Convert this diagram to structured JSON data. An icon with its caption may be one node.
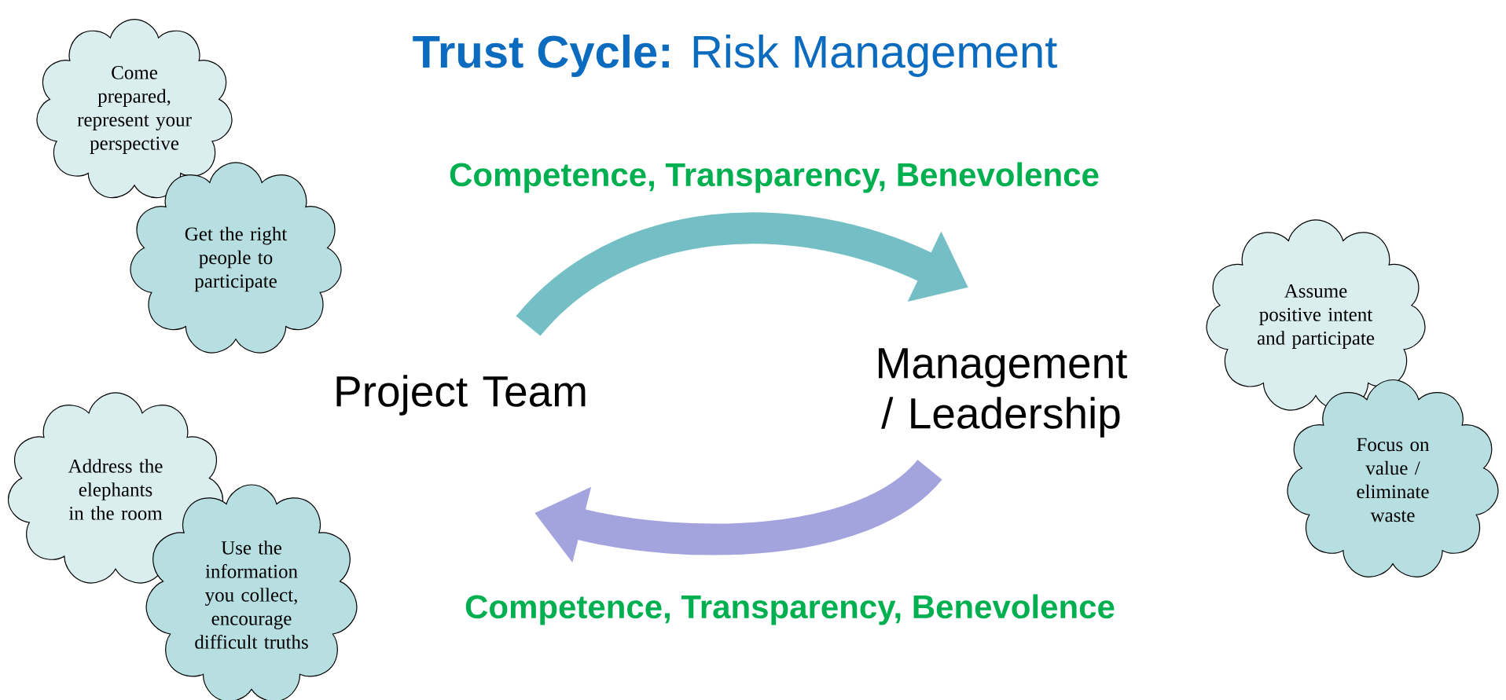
{
  "diagram": {
    "title": "**Trust Cycle:** Risk Management",
    "nodes": [
      {
        "text": [
          "Come prepared, represent your perspective"
        ]
      },
      {
        "text": [
          "Get the right people to participate"
        ]
      },
      {
        "text": [
          "Address the elephants in the room"
        ]
      },
      {
        "text": [
          "Use the information you collect, encourage difficult truths"
        ]
      },
      {
        "text": [
          "Project Team"
        ]
      },
      {
        "text": [
          "Management / Leadership"
        ]
      },
      {
        "text": [
          "Assume positive intent and participate"
        ]
      },
      {
        "text": [
          "Focus on value / eliminate waste"
        ]
      }
    ],
    "edges": [
      {
        "from": 4,
        "to": 5,
        "arrow": "to",
        "label": "Competence, Transparency, Benevolence",
        "color": "#74bfc5"
      },
      {
        "from": 5,
        "to": 4,
        "arrow": "to",
        "label": "Competence, Transparency, Benevolence",
        "color": "#a3a3dd"
      }
    ]
  }
}
